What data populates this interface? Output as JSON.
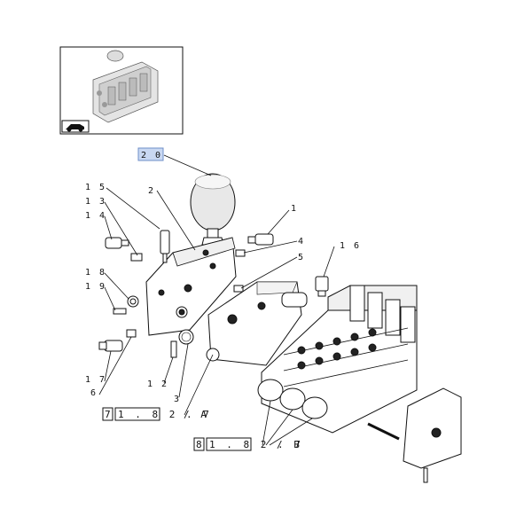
{
  "callouts": {
    "c20": "2 0",
    "c15": "1 5",
    "c2": "2",
    "c13": "1 3",
    "c14": "1 4",
    "c1": "1",
    "c4": "4",
    "c5": "5",
    "c16": "1 6",
    "c18": "1 8",
    "c19": "1 9",
    "c17": "1 7",
    "c6": "6",
    "c12": "1 2",
    "c3": "3"
  },
  "references": {
    "refA": {
      "box": "7",
      "text": "1 . 8 2 . 7",
      "suffix": "/ A"
    },
    "refB": {
      "box": "8",
      "text": "1 . 8 2 . 7",
      "suffix": "/ B"
    }
  },
  "colors": {
    "highlight": "#c9d8f2"
  },
  "icons": {
    "thumbnail": "valve-assembly-thumbnail",
    "toolbar": "tractor-icon"
  }
}
